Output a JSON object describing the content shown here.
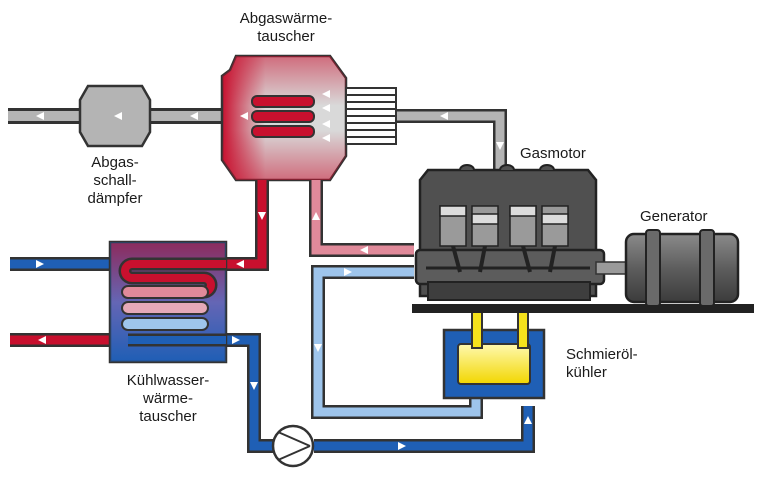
{
  "labels": {
    "exhaust_hx": [
      "Abgaswärme-",
      "tauscher"
    ],
    "silencer": [
      "Abgas-",
      "schall-",
      "dämpfer"
    ],
    "engine": "Gasmotor",
    "generator": "Generator",
    "oil_cooler": [
      "Schmieröl-",
      "kühler"
    ],
    "coolant_hx": [
      "Kühlwasser-",
      "wärme-",
      "tauscher"
    ]
  },
  "colors": {
    "exhaust_pipe": "#b4b4b4",
    "hot_water": "#c8102e",
    "warm_water": "#e08a9a",
    "cold_water": "#1f5fb5",
    "light_water": "#9ec5ec",
    "oil": "#f5e21c",
    "engine_body": "#505050",
    "base_plate": "#222222"
  },
  "icons": [
    "pump-icon",
    "piston-icon",
    "generator-icon",
    "flow-arrow-icon"
  ]
}
